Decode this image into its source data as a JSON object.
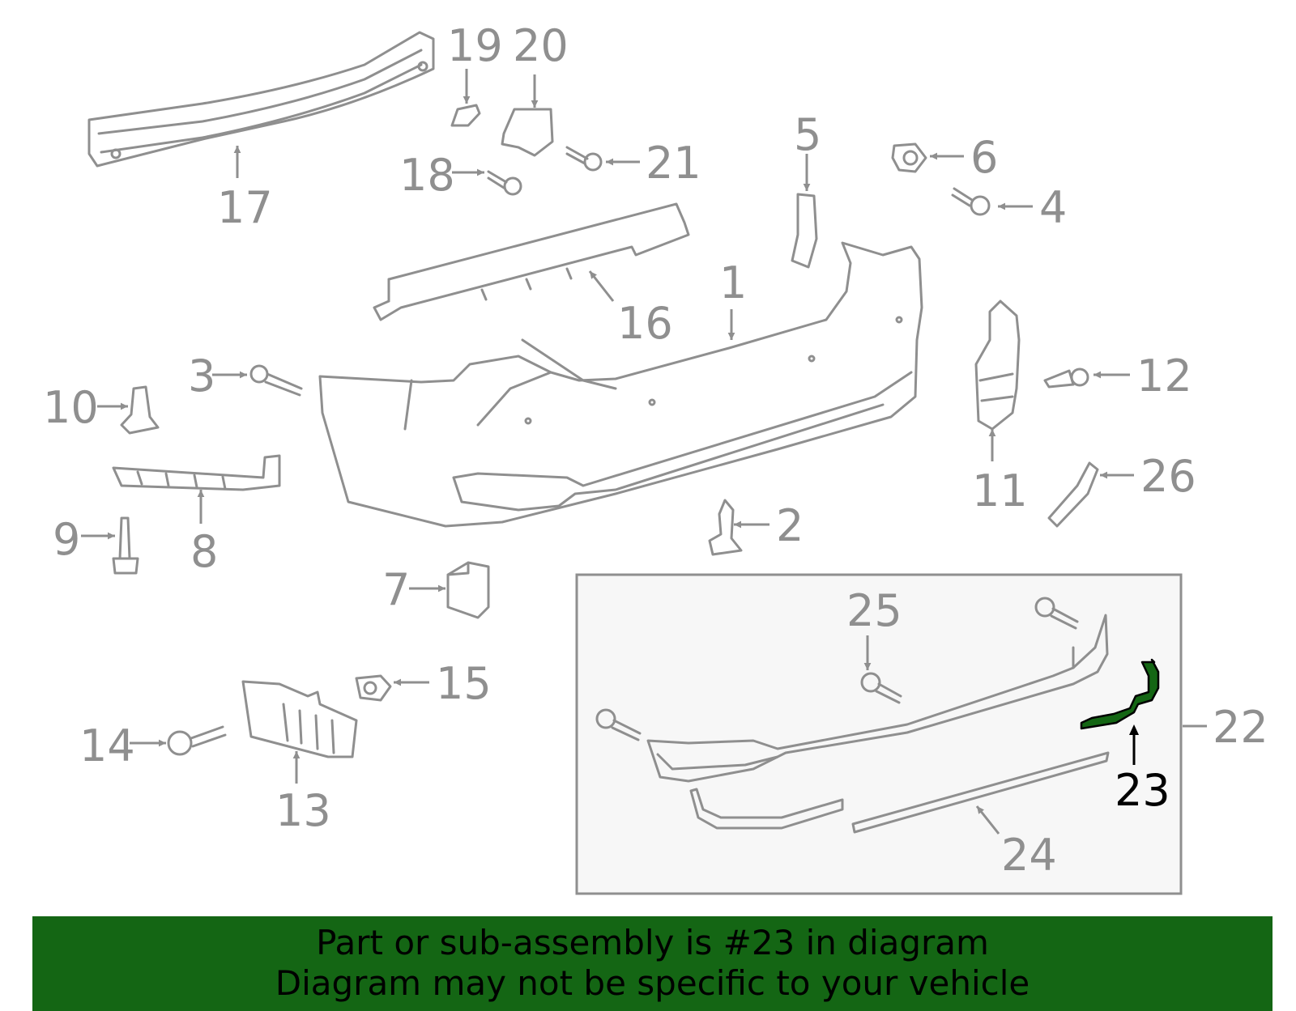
{
  "diagram": {
    "highlight_color": "#146614",
    "highlighted_part": "23",
    "callouts": [
      {
        "id": "c1",
        "label": "1"
      },
      {
        "id": "c2",
        "label": "2"
      },
      {
        "id": "c3",
        "label": "3"
      },
      {
        "id": "c4",
        "label": "4"
      },
      {
        "id": "c5",
        "label": "5"
      },
      {
        "id": "c6",
        "label": "6"
      },
      {
        "id": "c7",
        "label": "7"
      },
      {
        "id": "c8",
        "label": "8"
      },
      {
        "id": "c9",
        "label": "9"
      },
      {
        "id": "c10",
        "label": "10"
      },
      {
        "id": "c11",
        "label": "11"
      },
      {
        "id": "c12",
        "label": "12"
      },
      {
        "id": "c13",
        "label": "13"
      },
      {
        "id": "c14",
        "label": "14"
      },
      {
        "id": "c15",
        "label": "15"
      },
      {
        "id": "c16",
        "label": "16"
      },
      {
        "id": "c17",
        "label": "17"
      },
      {
        "id": "c18",
        "label": "18"
      },
      {
        "id": "c19",
        "label": "19"
      },
      {
        "id": "c20",
        "label": "20"
      },
      {
        "id": "c21",
        "label": "21"
      },
      {
        "id": "c22",
        "label": "22"
      },
      {
        "id": "c23",
        "label": "23"
      },
      {
        "id": "c24",
        "label": "24"
      },
      {
        "id": "c25",
        "label": "25"
      },
      {
        "id": "c26",
        "label": "26"
      }
    ]
  },
  "banner": {
    "line1": "Part or sub-assembly is #23 in diagram",
    "line2": "Diagram may not be specific to your vehicle",
    "background": "#146614"
  }
}
